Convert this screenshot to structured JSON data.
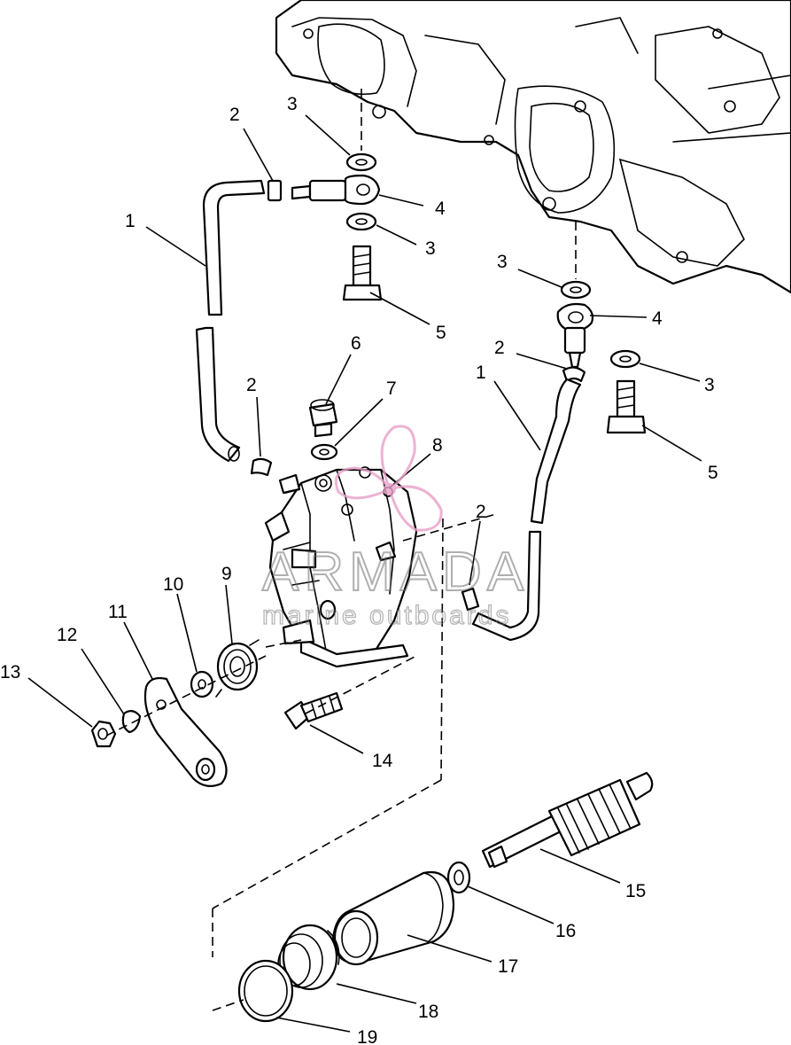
{
  "callouts": {
    "c1a": "1",
    "c1b": "1",
    "c2a": "2",
    "c2b": "2",
    "c2c": "2",
    "c2d": "2",
    "c3a": "3",
    "c3b": "3",
    "c3c": "3",
    "c3d": "3",
    "c4a": "4",
    "c4b": "4",
    "c5a": "5",
    "c5b": "5",
    "c6": "6",
    "c7": "7",
    "c8": "8",
    "c9": "9",
    "c10": "10",
    "c11": "11",
    "c12": "12",
    "c13": "13",
    "c14": "14",
    "c15": "15",
    "c16": "16",
    "c17": "17",
    "c18": "18",
    "c19": "19"
  },
  "watermark": {
    "title": "ARMADA",
    "subtitle": "marine outboards",
    "color": "#e8a0c8"
  }
}
